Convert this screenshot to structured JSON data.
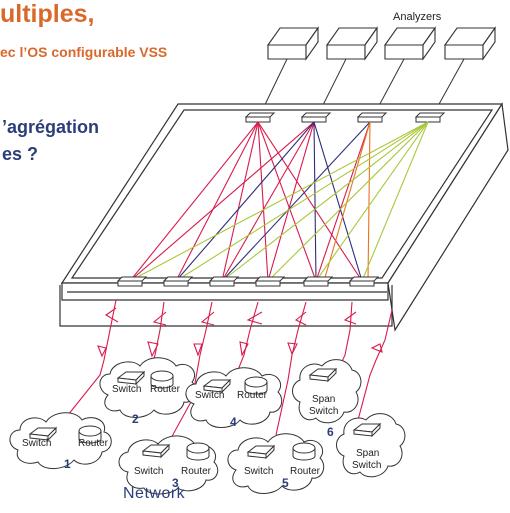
{
  "heading": {
    "line1": "ultiples,",
    "line2": "ec l’OS configurable VSS",
    "line3": "’agrégation",
    "line4": "es ?"
  },
  "analyzers_label": "Analyzers",
  "network_label": "Network",
  "clouds": [
    {
      "id": "1",
      "labels": [
        "Switch",
        "Router"
      ]
    },
    {
      "id": "2",
      "labels": [
        "Switch",
        "Router"
      ]
    },
    {
      "id": "3",
      "labels": [
        "Switch",
        "Router"
      ]
    },
    {
      "id": "4",
      "labels": [
        "Switch",
        "Router"
      ]
    },
    {
      "id": "5",
      "labels": [
        "Switch",
        "Router"
      ]
    },
    {
      "id": "6",
      "labels": [
        "Span",
        "Switch"
      ]
    },
    {
      "id": "",
      "labels": [
        "Span",
        "Switch"
      ]
    }
  ],
  "colors": {
    "red": "#d81b4c",
    "navy": "#2c2f7a",
    "orange": "#e8741e",
    "lime": "#a8c83a",
    "line": "#333333",
    "title_orange": "#d9692b",
    "title_navy": "#2c3e7a"
  }
}
